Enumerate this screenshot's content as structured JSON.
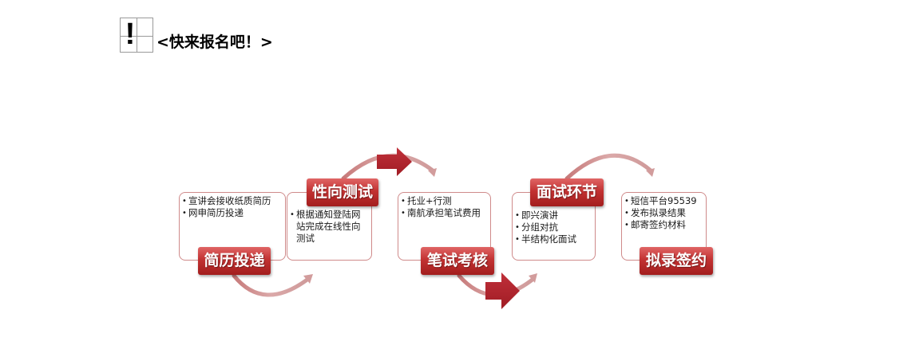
{
  "heading": {
    "icon": "exclamation-grid-icon",
    "icon_glyph": "!",
    "title": "<快来报名吧！>"
  },
  "colors": {
    "label_red": "#c23232",
    "box_border": "#cf8a8a",
    "curve_arrow": "#d9a3a3",
    "block_arrow": "#b3242c"
  },
  "steps": [
    {
      "label": "简历投递",
      "items": [
        "宣讲会接收纸质简历",
        "网申简历投递"
      ]
    },
    {
      "label": "性向测试",
      "items": [
        "根据通知登陆网站完成在线性向测试"
      ]
    },
    {
      "label": "笔试考核",
      "items": [
        "托业+行测",
        "南航承担笔试费用"
      ]
    },
    {
      "label": "面试环节",
      "items": [
        "即兴演讲",
        "分组对抗",
        "半结构化面试"
      ]
    },
    {
      "label": "拟录签约",
      "items": [
        "短信平台95539",
        "发布拟录结果",
        "邮寄签约材料"
      ]
    }
  ]
}
